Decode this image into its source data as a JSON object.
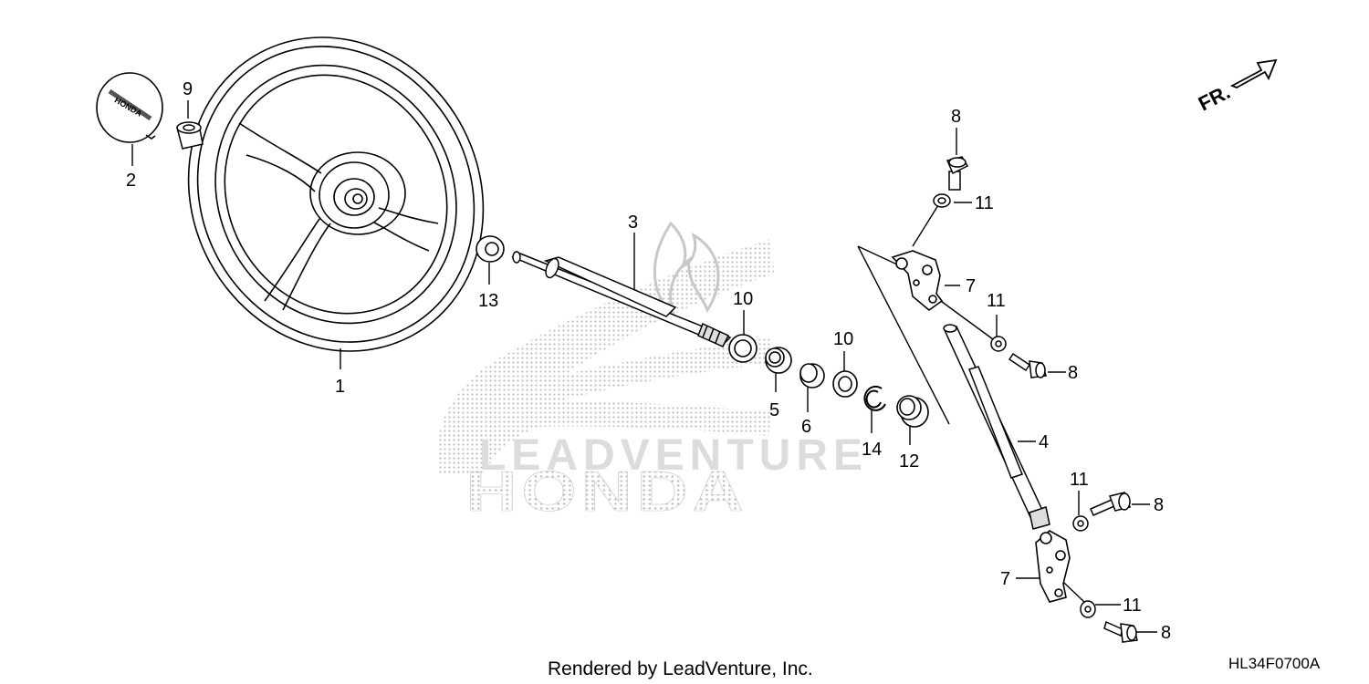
{
  "diagram": {
    "callouts": {
      "p1": "1",
      "p2": "2",
      "p3": "3",
      "p4": "4",
      "p5": "5",
      "p6": "6",
      "p7a": "7",
      "p7b": "7",
      "p8a": "8",
      "p8b": "8",
      "p8c": "8",
      "p8d": "8",
      "p9": "9",
      "p10a": "10",
      "p10b": "10",
      "p11a": "11",
      "p11b": "11",
      "p11c": "11",
      "p11d": "11",
      "p12": "12",
      "p13": "13",
      "p14": "14"
    },
    "front_indicator": "FR.",
    "emblem_text": "HONDA",
    "footer_text": "Rendered by LeadVenture, Inc.",
    "diagram_code": "HL34F0700A",
    "watermark": {
      "text": "LEADVENTURE",
      "brand": "HONDA"
    }
  },
  "colors": {
    "line": "#000000",
    "watermark": "#c8c8c8"
  }
}
